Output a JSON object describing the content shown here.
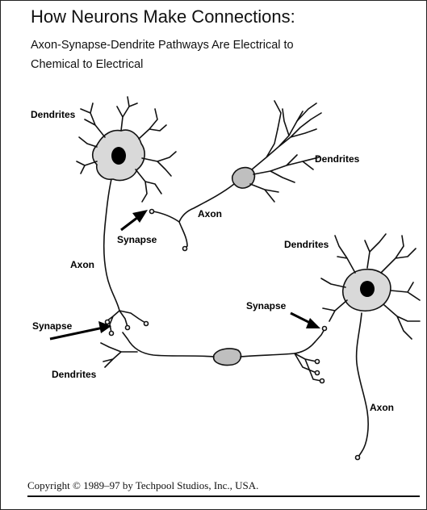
{
  "header": {
    "title": "How Neurons Make Connections:",
    "subtitle_line1": "Axon-Synapse-Dendrite Pathways Are Electrical to",
    "subtitle_line2": "Chemical to Electrical"
  },
  "labels": {
    "dendrites_top_left": "Dendrites",
    "dendrites_top_right": "Dendrites",
    "axon_middle": "Axon",
    "synapse_upper": "Synapse",
    "axon_left": "Axon",
    "dendrites_right": "Dendrites",
    "synapse_right": "Synapse",
    "synapse_left": "Synapse",
    "dendrites_bottom_left": "Dendrites",
    "axon_right": "Axon"
  },
  "footer": {
    "copyright": "Copyright © 1989–97 by Techpool Studios, Inc., USA."
  },
  "colors": {
    "ink": "#111111",
    "soma_fill": "#d9d9d9",
    "nucleus": "#000000"
  }
}
